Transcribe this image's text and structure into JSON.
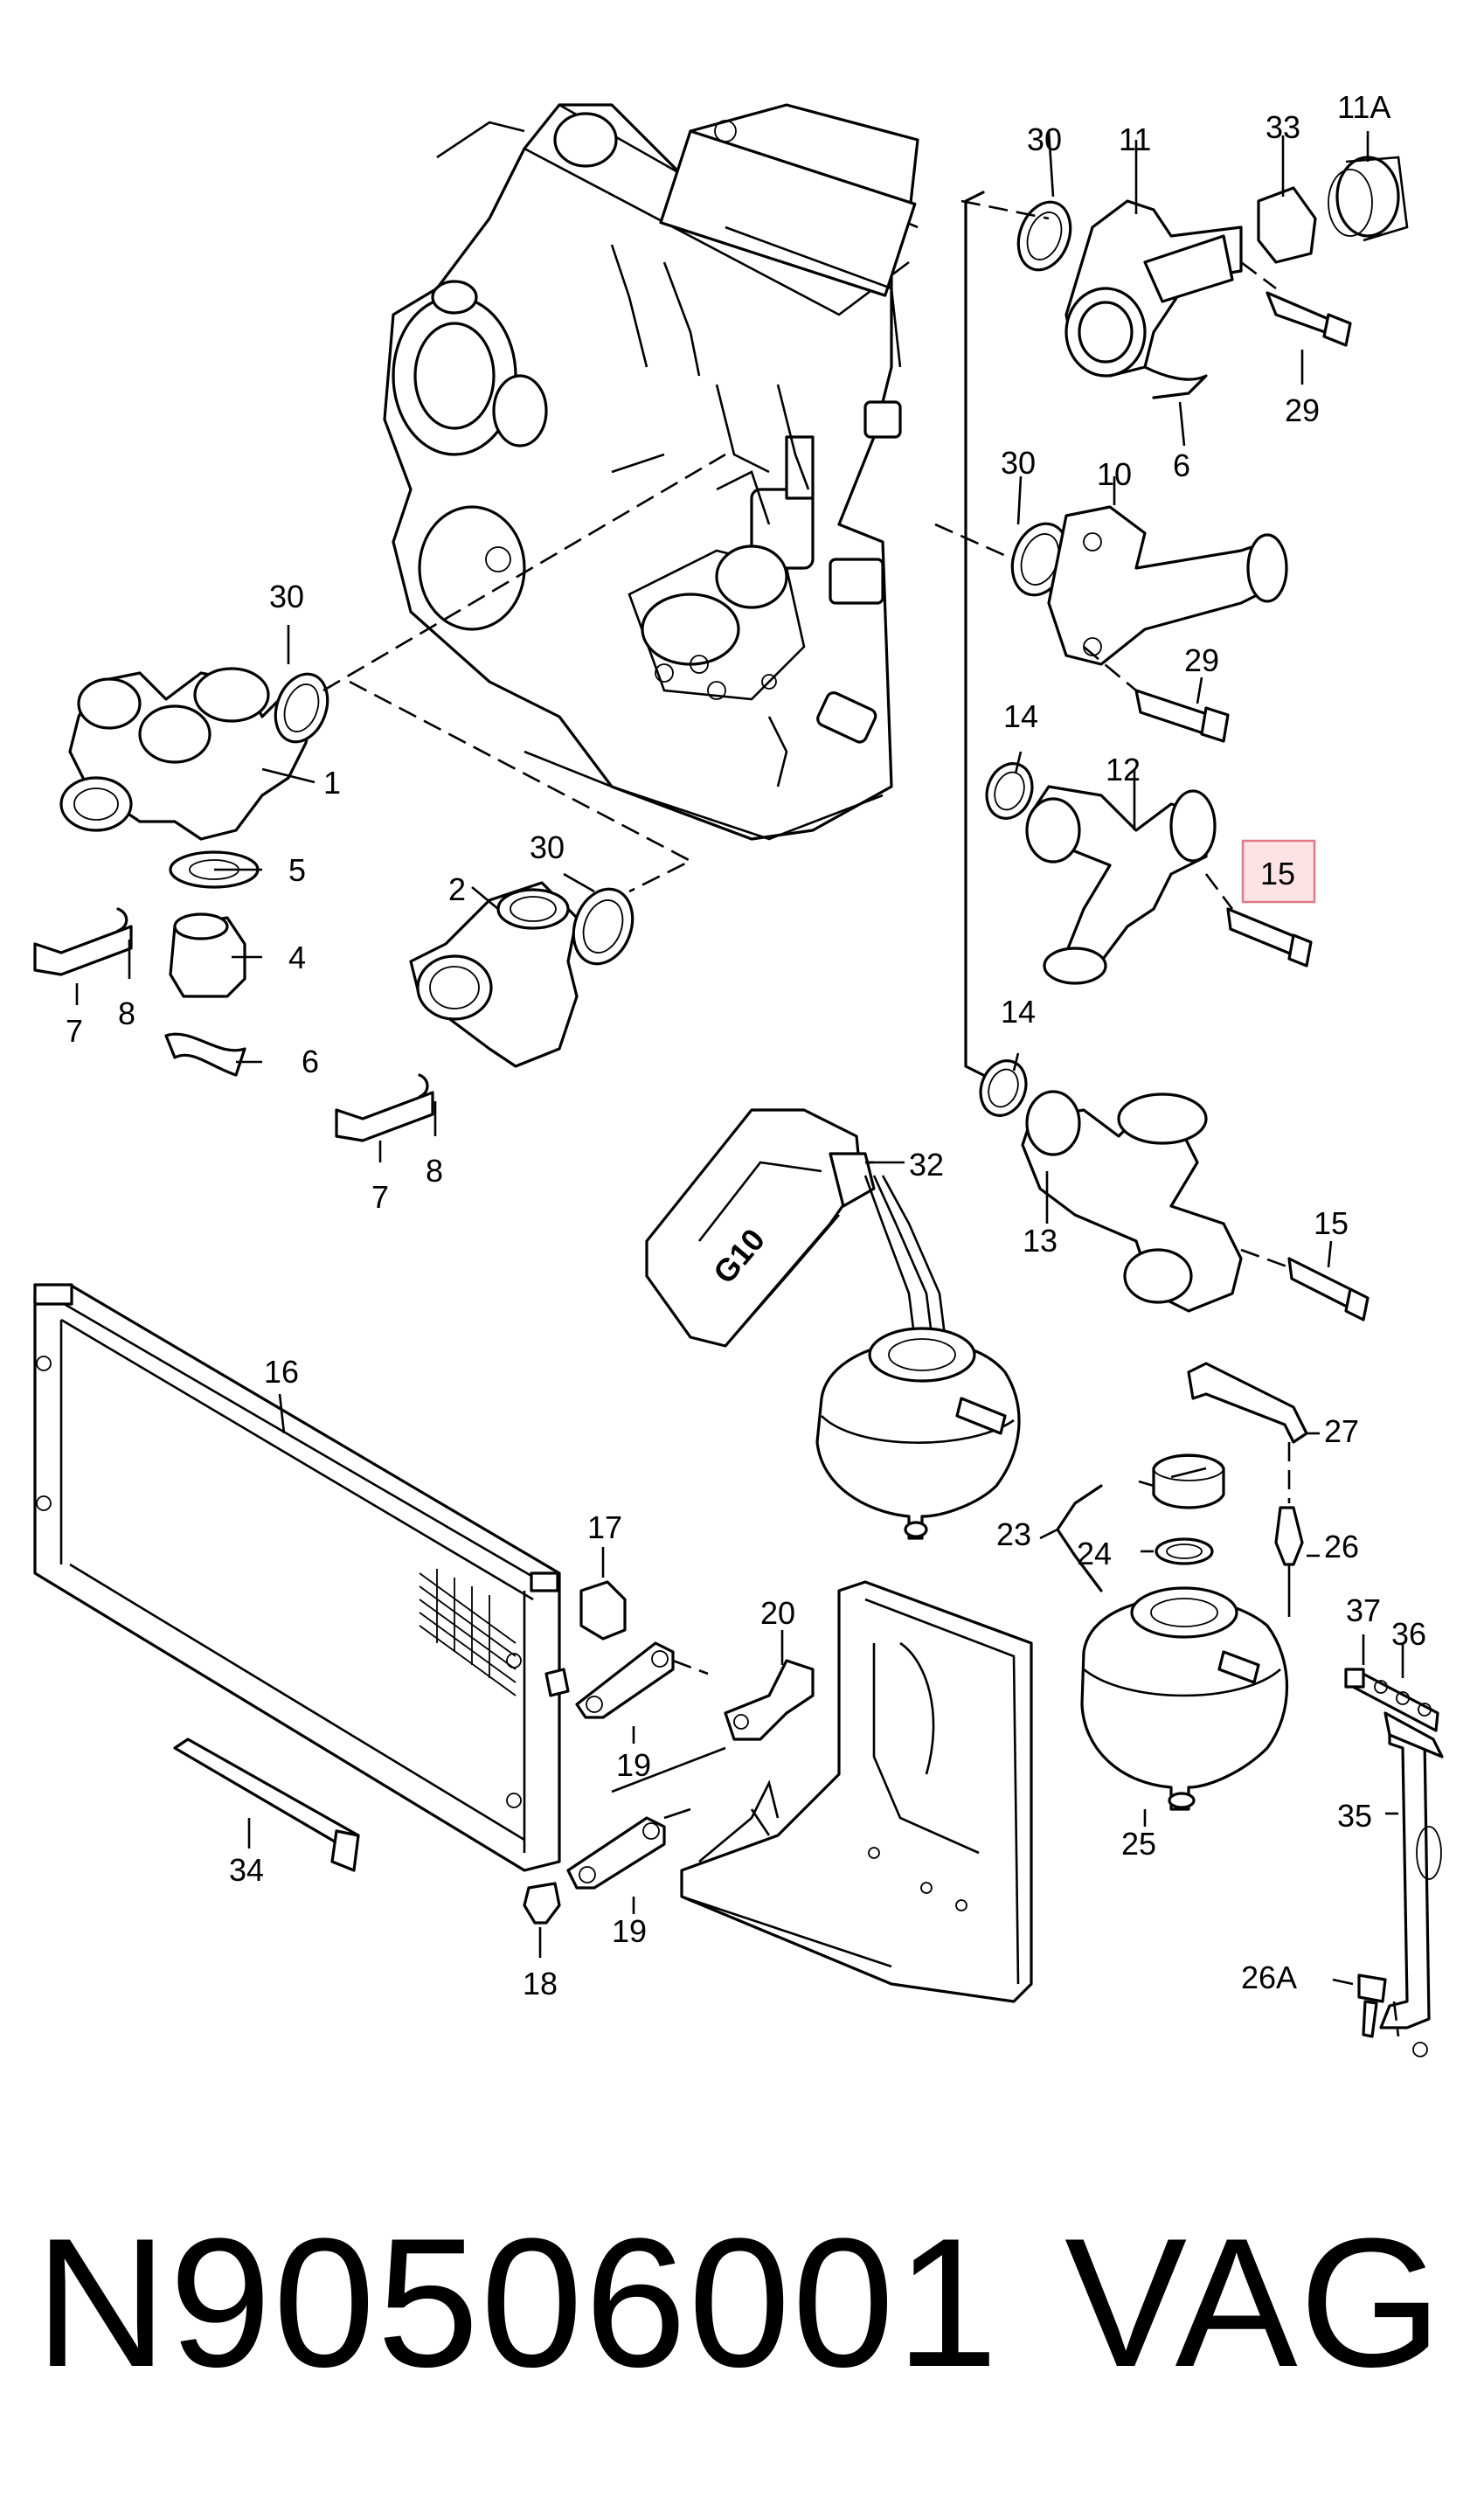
{
  "callouts": [
    {
      "id": "c-30a",
      "text": "30"
    },
    {
      "id": "c-11",
      "text": "11"
    },
    {
      "id": "c-33",
      "text": "33"
    },
    {
      "id": "c-11A",
      "text": "11A"
    },
    {
      "id": "c-29a",
      "text": "29"
    },
    {
      "id": "c-6a",
      "text": "6"
    },
    {
      "id": "c-30b",
      "text": "30"
    },
    {
      "id": "c-10",
      "text": "10"
    },
    {
      "id": "c-29b",
      "text": "29"
    },
    {
      "id": "c-14a",
      "text": "14"
    },
    {
      "id": "c-12",
      "text": "12"
    },
    {
      "id": "c-15a",
      "text": "15"
    },
    {
      "id": "c-14b",
      "text": "14"
    },
    {
      "id": "c-13",
      "text": "13"
    },
    {
      "id": "c-15b",
      "text": "15"
    },
    {
      "id": "c-30c",
      "text": "30"
    },
    {
      "id": "c-1",
      "text": "1"
    },
    {
      "id": "c-5",
      "text": "5"
    },
    {
      "id": "c-4",
      "text": "4"
    },
    {
      "id": "c-6b",
      "text": "6"
    },
    {
      "id": "c-7a",
      "text": "7"
    },
    {
      "id": "c-8a",
      "text": "8"
    },
    {
      "id": "c-2",
      "text": "2"
    },
    {
      "id": "c-30d",
      "text": "30"
    },
    {
      "id": "c-7b",
      "text": "7"
    },
    {
      "id": "c-8b",
      "text": "8"
    },
    {
      "id": "c-32",
      "text": "32"
    },
    {
      "id": "c-16",
      "text": "16"
    },
    {
      "id": "c-17",
      "text": "17"
    },
    {
      "id": "c-19a",
      "text": "19"
    },
    {
      "id": "c-20",
      "text": "20"
    },
    {
      "id": "c-34",
      "text": "34"
    },
    {
      "id": "c-19b",
      "text": "19"
    },
    {
      "id": "c-18",
      "text": "18"
    },
    {
      "id": "c-27",
      "text": "27"
    },
    {
      "id": "c-23",
      "text": "23"
    },
    {
      "id": "c-24",
      "text": "24"
    },
    {
      "id": "c-26",
      "text": "26"
    },
    {
      "id": "c-37",
      "text": "37"
    },
    {
      "id": "c-36",
      "text": "36"
    },
    {
      "id": "c-25",
      "text": "25"
    },
    {
      "id": "c-35",
      "text": "35"
    },
    {
      "id": "c-26A",
      "text": "26A"
    }
  ],
  "coolant_bottle_label": "G10",
  "highlighted_callout": "15",
  "highlight_color": "#e07a86",
  "footer": {
    "part_number": "N90506001",
    "brand": "VAG"
  }
}
